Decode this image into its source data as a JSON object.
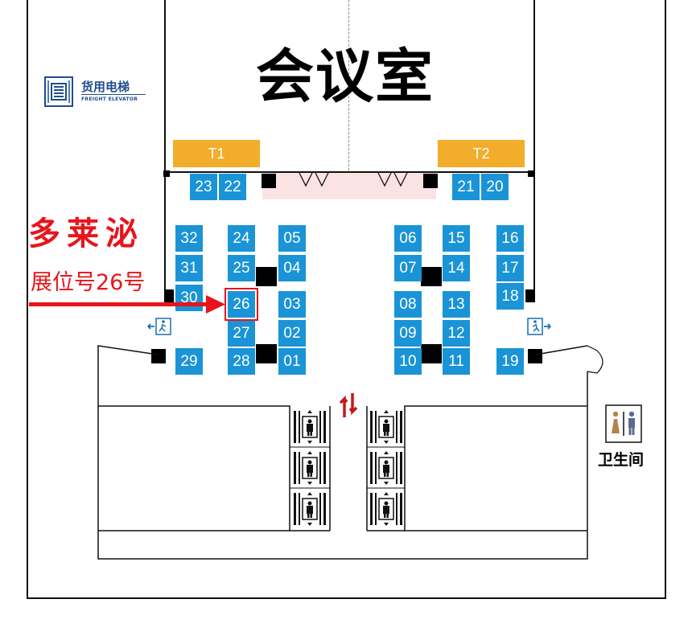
{
  "meeting_room": {
    "title": "会议室"
  },
  "freight_elevator": {
    "name_cn": "货用电梯",
    "name_en": "FREIGHT ELEVATOR",
    "icon": "freight-elevator-icon"
  },
  "stages": [
    {
      "label": "T1"
    },
    {
      "label": "T2"
    }
  ],
  "booths": [
    {
      "id": "23"
    },
    {
      "id": "22"
    },
    {
      "id": "21"
    },
    {
      "id": "20"
    },
    {
      "id": "32"
    },
    {
      "id": "31"
    },
    {
      "id": "30"
    },
    {
      "id": "29"
    },
    {
      "id": "24"
    },
    {
      "id": "25"
    },
    {
      "id": "26"
    },
    {
      "id": "27"
    },
    {
      "id": "28"
    },
    {
      "id": "05"
    },
    {
      "id": "04"
    },
    {
      "id": "03"
    },
    {
      "id": "02"
    },
    {
      "id": "01"
    },
    {
      "id": "06"
    },
    {
      "id": "07"
    },
    {
      "id": "08"
    },
    {
      "id": "09"
    },
    {
      "id": "10"
    },
    {
      "id": "15"
    },
    {
      "id": "14"
    },
    {
      "id": "13"
    },
    {
      "id": "12"
    },
    {
      "id": "11"
    },
    {
      "id": "16"
    },
    {
      "id": "17"
    },
    {
      "id": "18"
    },
    {
      "id": "19"
    }
  ],
  "highlight": {
    "company": "多莱泌",
    "booth_text": "展位号26号",
    "booth_id": "26",
    "color": "#e8141c"
  },
  "restroom": {
    "label": "卫生间",
    "icon": "restroom-icon"
  },
  "icons": [
    "emergency-exit-icon",
    "escalator-icon",
    "passenger-elevator-icon",
    "door-icon"
  ],
  "colors": {
    "booth": "#1a94d6",
    "stage": "#f2ad2b",
    "entrance": "#fbe3e3",
    "freight": "#1f4e8c"
  }
}
